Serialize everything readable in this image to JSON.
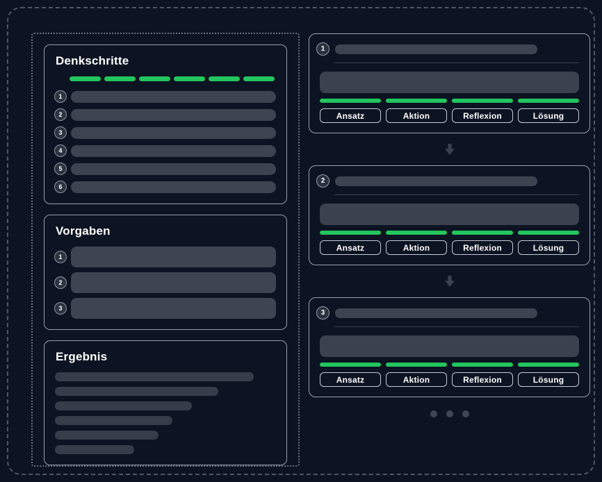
{
  "colors": {
    "background": "#0c1322",
    "accent_green": "#22c55e",
    "placeholder_gray": "#3c4452",
    "border_light": "#9aa3b0"
  },
  "left_panel": {
    "denkschritte": {
      "title": "Denkschritte",
      "progress_segment_count": 6,
      "steps": [
        "1",
        "2",
        "3",
        "4",
        "5",
        "6"
      ]
    },
    "vorgaben": {
      "title": "Vorgaben",
      "items": [
        "1",
        "2",
        "3"
      ]
    },
    "ergebnis": {
      "title": "Ergebnis",
      "bar_count": 6
    }
  },
  "right_panel": {
    "button_labels": [
      "Ansatz",
      "Aktion",
      "Reflexion",
      "Lösung"
    ],
    "cards": [
      {
        "number": "1"
      },
      {
        "number": "2"
      },
      {
        "number": "3"
      }
    ],
    "pagination_dot_count": 3
  }
}
